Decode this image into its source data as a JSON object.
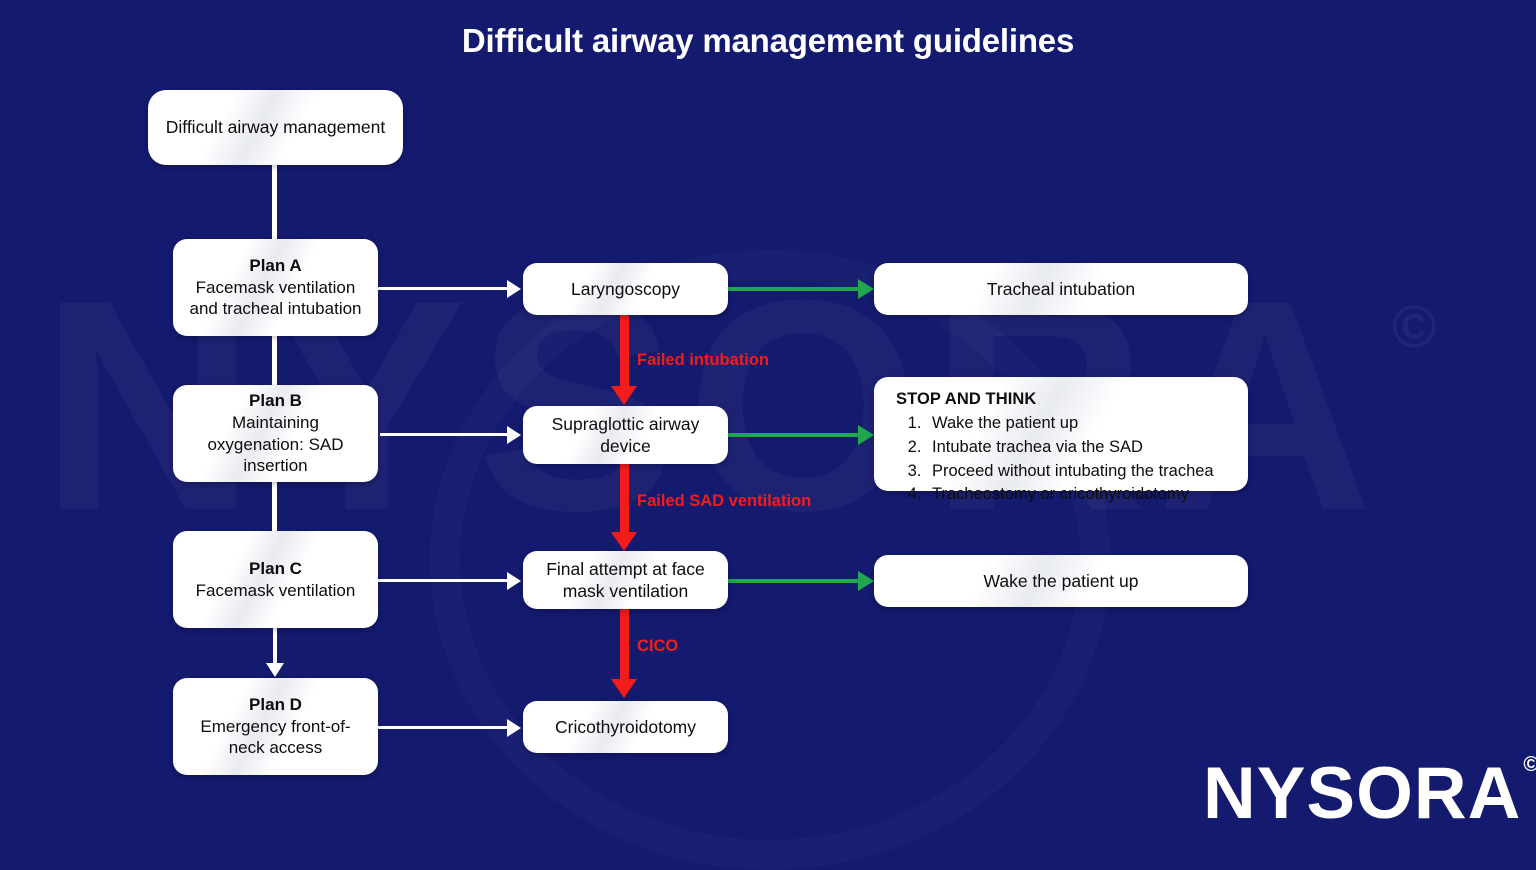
{
  "page": {
    "title": "Difficult airway management guidelines",
    "background_color": "#141a6e",
    "box_color": "#ffffff",
    "text_color": "#0d0d0d",
    "fail_color": "#f41b1b",
    "success_color": "#21a84e",
    "watermark_text": "NYSORA",
    "watermark_copyright": "©"
  },
  "brand": {
    "name": "NYSORA",
    "copyright": "©"
  },
  "nodes": {
    "start": {
      "label": "Difficult airway management"
    },
    "plan_a": {
      "heading": "Plan A",
      "body": "Facemask ventilation and tracheal intubation"
    },
    "plan_b": {
      "heading": "Plan B",
      "body": "Maintaining oxygenation: SAD insertion"
    },
    "plan_c": {
      "heading": "Plan C",
      "body": "Facemask ventilation"
    },
    "plan_d": {
      "heading": "Plan D",
      "body": "Emergency front-of-neck access"
    },
    "laryngoscopy": {
      "label": "Laryngoscopy"
    },
    "sad": {
      "label": "Supraglottic airway device"
    },
    "final_attempt": {
      "label": "Final attempt at face mask ventilation"
    },
    "cricothyroidotomy": {
      "label": "Cricothyroidotomy"
    },
    "tracheal_intubation": {
      "label": "Tracheal intubation"
    },
    "wake_patient": {
      "label": "Wake the patient up"
    },
    "stop_and_think": {
      "heading": "STOP AND THINK",
      "items": [
        "Wake the patient up",
        "Intubate trachea via the SAD",
        "Proceed without intubating the trachea",
        "Tracheostomy or cricothyroidotomy"
      ]
    }
  },
  "edges": {
    "failed_intubation": "Failed intubation",
    "failed_sad_ventilation": "Failed SAD ventilation",
    "cico": "CICO"
  }
}
